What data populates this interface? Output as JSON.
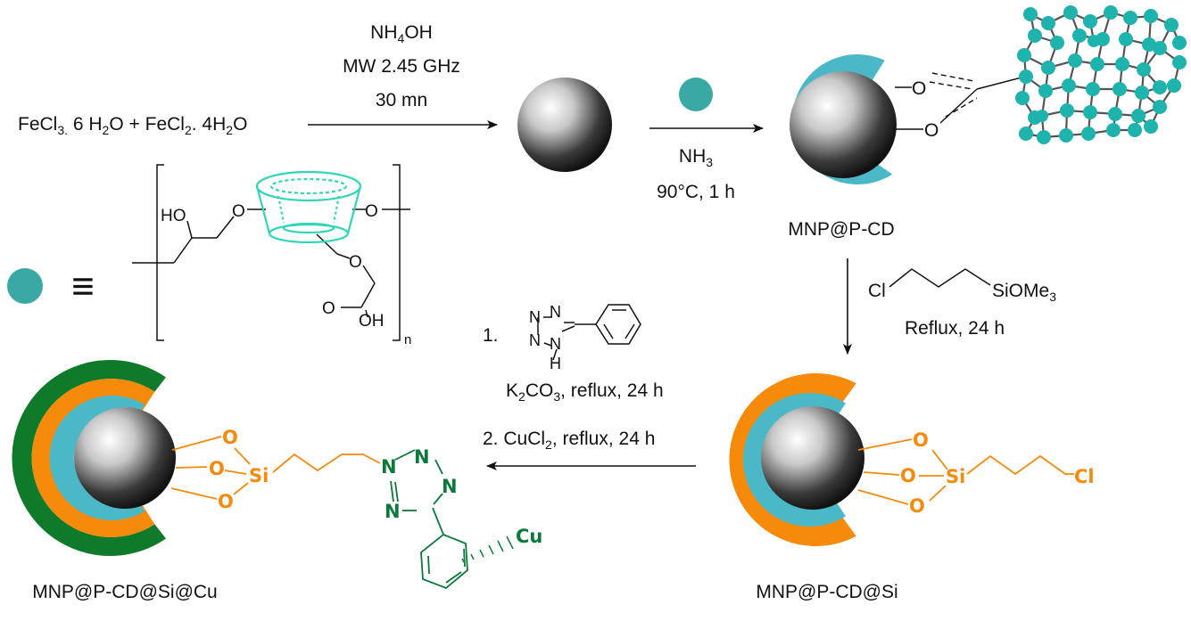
{
  "colors": {
    "teal_shell": "#4bb8c8",
    "orange_shell": "#f58a0b",
    "green_shell": "#0f7a2a",
    "bead": "#3aa9a4",
    "cd_outline": "#2fd6b8",
    "text": "#111111"
  },
  "reactants": {
    "fecl3": "FeCl",
    "fecl3_sub": "3.",
    "mid1": " 6 H",
    "sub2a": "2",
    "mid2": "O + FeCl",
    "sub2b": "2",
    "mid3": ". 4H",
    "sub2c": "2",
    "tail": "O"
  },
  "step1": {
    "nh4oh_main": "NH",
    "nh4oh_sub": "4",
    "nh4oh_tail": "OH",
    "mw": "MW 2.45 GHz",
    "time": "30 mn"
  },
  "step2": {
    "nh3_main": "NH",
    "nh3_sub": "3",
    "conditions": "90°C, 1 h"
  },
  "step3": {
    "cl": "Cl",
    "si_main": "SiOMe",
    "si_sub": "3",
    "conditions": "Reflux, 24 h"
  },
  "step4": {
    "num1": "1.",
    "k2co3_a": "K",
    "k2co3_sub1": "2",
    "k2co3_b": "CO",
    "k2co3_sub2": "3",
    "k2co3_tail": ", reflux, 24 h",
    "cucl2_a": "2. CuCl",
    "cucl2_sub": "2",
    "cucl2_tail": ", reflux, 24 h"
  },
  "tetrazole_reagent": {
    "n": "N",
    "h": "H"
  },
  "polymer": {
    "ho": "HO",
    "o": "O",
    "oh": "OH",
    "n": "n",
    "equiv": "≡"
  },
  "product_labels": {
    "mnp_pcd": "MNP@P-CD",
    "mnp_pcd_si": "MNP@P-CD@Si",
    "mnp_pcd_si_cu": "MNP@P-CD@Si@Cu"
  },
  "atoms": {
    "o": "O",
    "si": "Si",
    "cl": "Cl",
    "n": "N",
    "cu": "Cu"
  }
}
